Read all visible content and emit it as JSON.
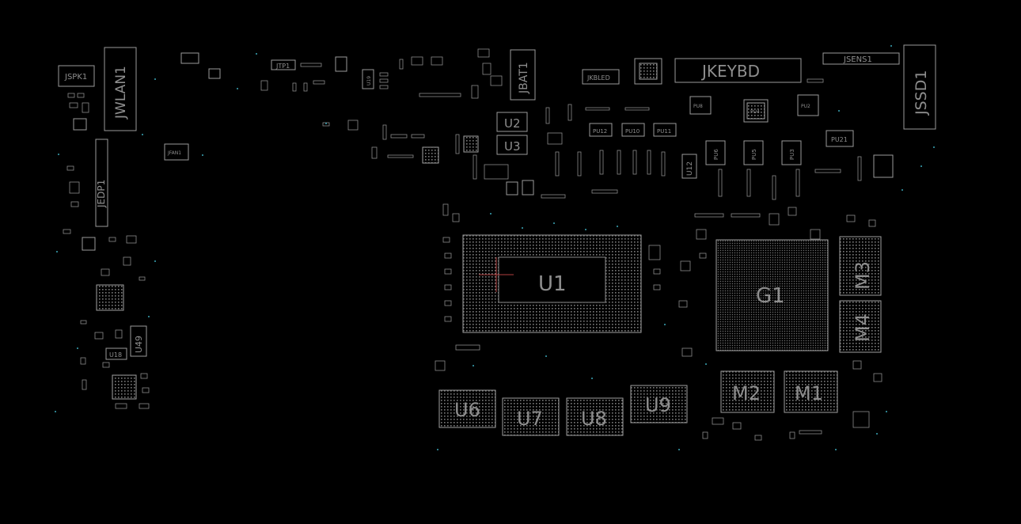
{
  "title": "",
  "components": {
    "JSPK1": "JSPK1",
    "JWLAN1": "JWLAN1",
    "JEDP1": "JEDP1",
    "JTP1": "JTP1",
    "JFAN1": "JFAN1",
    "JBAT1": "JBAT1",
    "JKBLED": "JKBLED",
    "JKEYBD": "JKEYBD",
    "JSENS1": "JSENS1",
    "JSSD1": "JSSD1",
    "U1": "U1",
    "U2": "U2",
    "U3": "U3",
    "U6": "U6",
    "U7": "U7",
    "U8": "U8",
    "U9": "U9",
    "U12": "U12",
    "U18": "U18",
    "U49": "U49",
    "G1": "G1",
    "M1": "M1",
    "M2": "M2",
    "M3": "M3",
    "M4": "M4",
    "PU10": "PU10",
    "PU11": "PU11",
    "PU12": "PU12",
    "PU21": "PU21",
    "PU4": "PU4",
    "PU5": "PU5",
    "PU6": "PU6",
    "PU3": "PU3",
    "PU2": "PU2",
    "PU8": "PU8"
  },
  "colors": {
    "background": "#000000",
    "outline": "#9a9a9a",
    "text": "#8e8e8e",
    "via": "#3aa6b8"
  }
}
